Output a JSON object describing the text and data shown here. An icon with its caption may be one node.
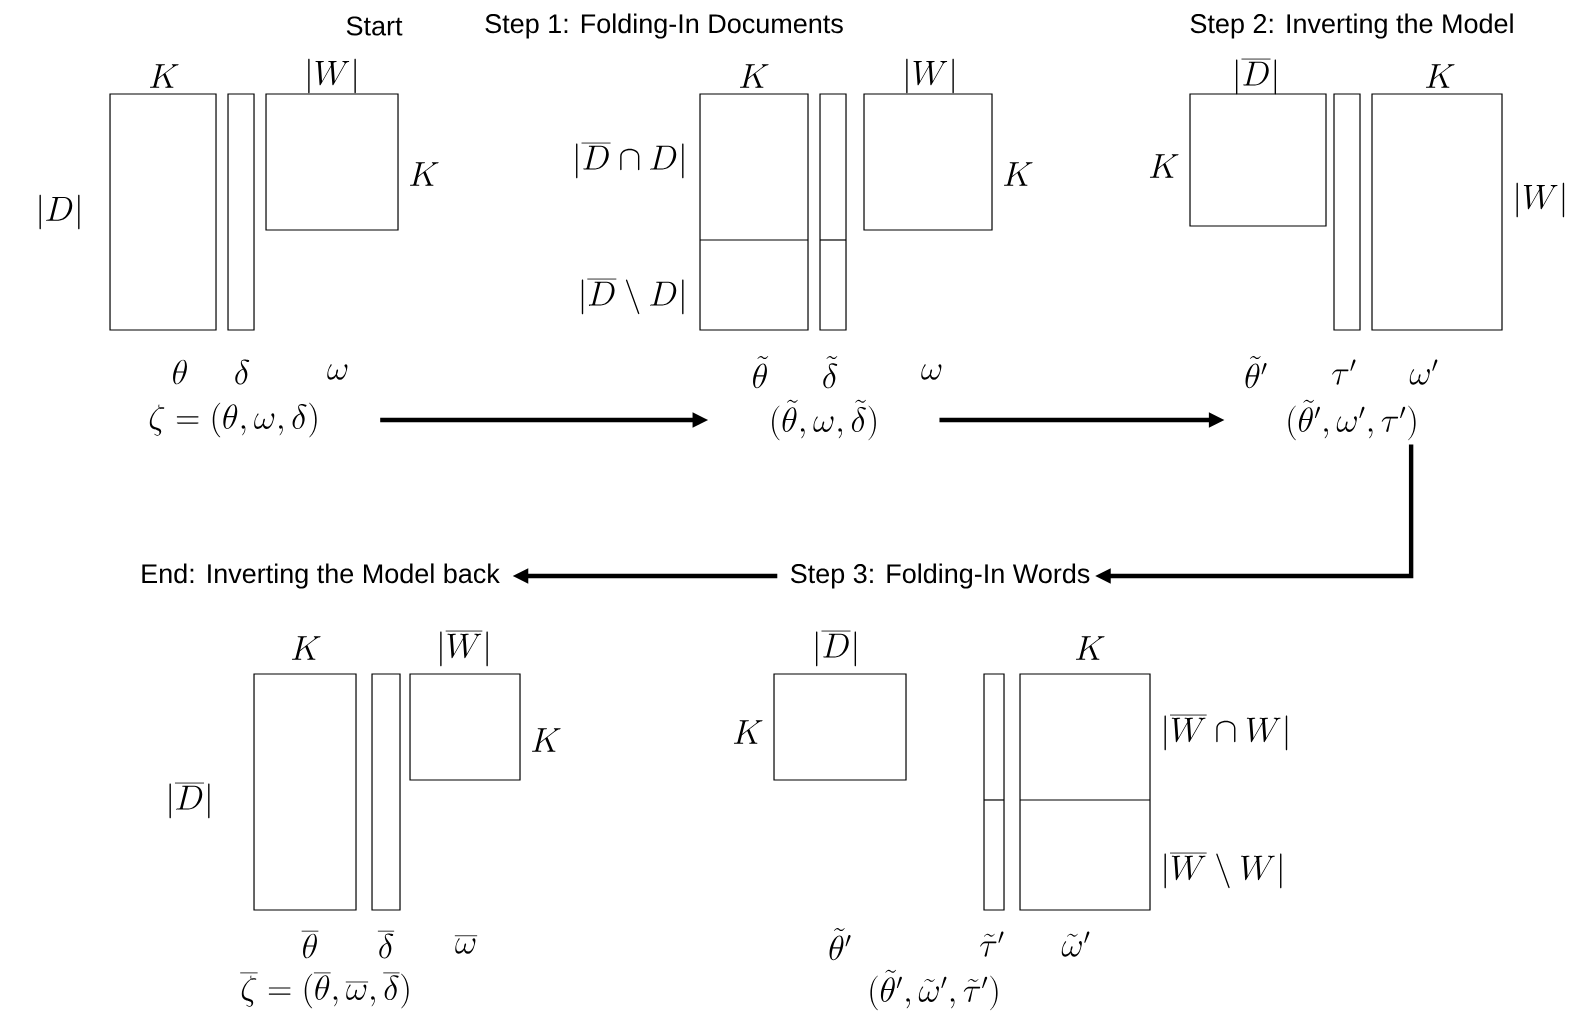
{
  "diagram": {
    "nodes": [
      {
        "text": [
          "\\zeta = (\\theta, \\omega, \\delta)"
        ]
      },
      {
        "text": [
          "(\\tilde{\\theta}, \\omega, \\tilde{\\delta})"
        ]
      },
      {
        "text": [
          "(\\tilde{\\theta}', \\omega', \\tau')"
        ]
      },
      {
        "text": [
          "End: Inverting the Model back"
        ]
      },
      {
        "text": [
          "Step 3: Folding-In Words"
        ]
      },
      {
        "text": [
          "\\overline{\\zeta} = (\\overline{\\theta}, \\overline{\\omega}, \\overline{\\delta})"
        ]
      },
      {
        "text": [
          "(\\tilde{\\theta}', \\tilde{\\omega}', \\tilde{\\tau}')"
        ]
      }
    ],
    "edges": [
      {
        "from": 0,
        "to": 1,
        "arrow": "to"
      },
      {
        "from": 1,
        "to": 2,
        "arrow": "to"
      },
      {
        "from": 2,
        "to": 4,
        "arrow": "to"
      },
      {
        "from": 4,
        "to": 3,
        "arrow": "to"
      }
    ],
    "labels": [
      "Start",
      "Step 1: Folding-In Documents",
      "Step 2: Inverting the Model",
      "K",
      "|W|",
      "K",
      "|D|",
      "\\theta",
      "\\delta",
      "\\omega",
      "K",
      "|W|",
      "|\\overline{D}\\cap D|",
      "K",
      "|\\overline{D}\\setminus D|",
      "\\tilde{\\theta}",
      "\\tilde{\\delta}",
      "\\omega",
      "|\\overline{D}|",
      "K",
      "K",
      "|W|",
      "\\tilde{\\theta}'",
      "\\tau'",
      "\\omega'",
      "K",
      "|\\overline{W}|",
      "K",
      "|\\overline{D}|",
      "\\overline{\\theta}",
      "\\overline{\\delta}",
      "\\overline{\\omega}",
      "|\\overline{D}|",
      "K",
      "K",
      "|\\overline{W}\\cap W|",
      "|\\overline{W}\\setminus W|",
      "\\tilde{\\theta}'",
      "\\tilde{\\tau}'",
      "\\tilde{\\omega}'"
    ]
  }
}
